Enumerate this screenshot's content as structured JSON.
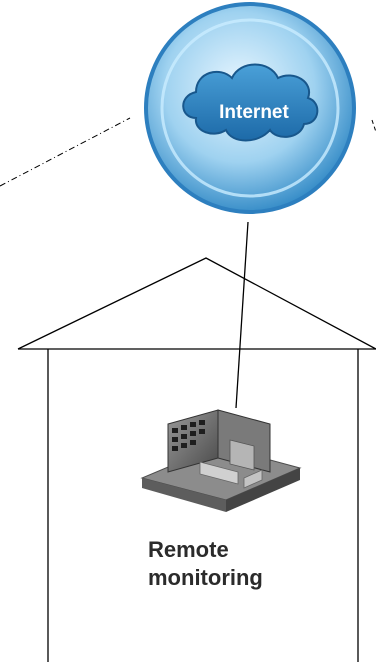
{
  "cloud": {
    "label": "Internet"
  },
  "building": {
    "label_line1": "Remote",
    "label_line2": "monitoring"
  },
  "colors": {
    "cloud_ring": "#5aa7d6",
    "cloud_fill": "#2f86c4",
    "cloud_text": "#ffffff",
    "lines": "#000000",
    "label_text": "#2b2b2b"
  },
  "icons": {
    "globe": "internet-cloud-icon",
    "facility": "monitoring-building-icon"
  }
}
